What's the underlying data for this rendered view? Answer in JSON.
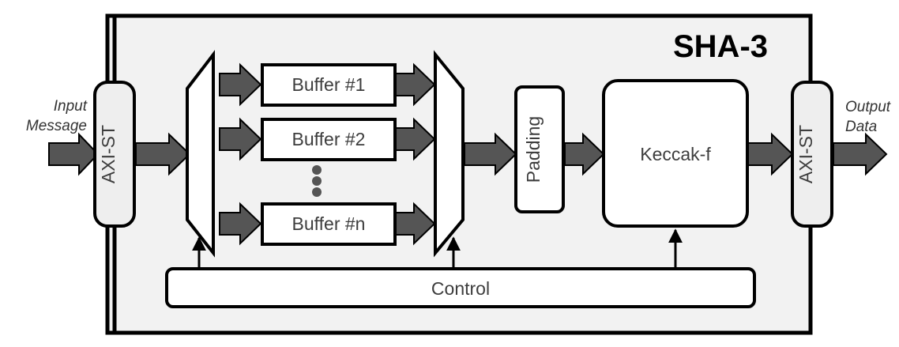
{
  "diagram": {
    "title": "SHA-3",
    "colors": {
      "outline": "#000000",
      "arrow_fill": "#555555",
      "container_fill": "#f2f2f2",
      "axi_fill": "#eeeeee",
      "box_fill": "#ffffff",
      "text": "#3d3d3d",
      "title_text": "#000000"
    },
    "io": {
      "input_line1": "Input",
      "input_line2": "Message",
      "output_line1": "Output",
      "output_line2": "Data"
    },
    "blocks": {
      "axi_in": "AXI-ST",
      "axi_out": "AXI-ST",
      "padding": "Padding",
      "keccak": "Keccak-f",
      "control": "Control"
    },
    "buffers": [
      {
        "label": "Buffer #1"
      },
      {
        "label": "Buffer #2"
      },
      {
        "label": "Buffer #n"
      }
    ],
    "ellipsis": "vertical-dots"
  }
}
